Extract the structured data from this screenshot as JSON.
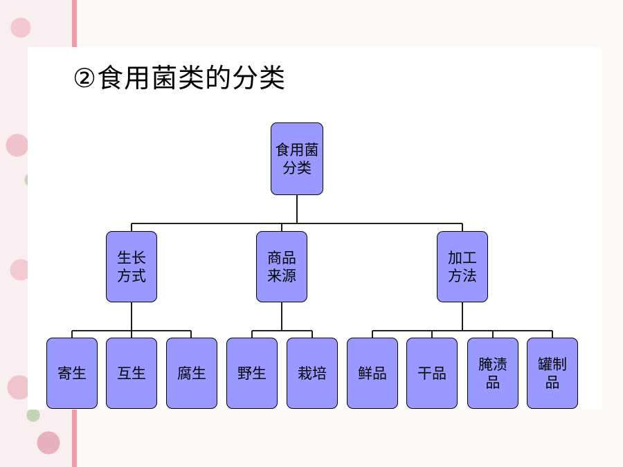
{
  "title": "②食用菌类的分类",
  "diagram": {
    "root": {
      "label": "食用菌\n分类"
    },
    "categories": [
      {
        "label": "生长\n方式",
        "children": [
          "寄生",
          "互生",
          "腐生"
        ]
      },
      {
        "label": "商品\n来源",
        "children": [
          "野生",
          "栽培"
        ]
      },
      {
        "label": "加工\n方法",
        "children": [
          "鲜品",
          "干品",
          "腌渍\n品",
          "罐制\n品"
        ]
      }
    ]
  },
  "colors": {
    "node_fill": "#9999ff",
    "accent_bar": "#f29aa6"
  }
}
